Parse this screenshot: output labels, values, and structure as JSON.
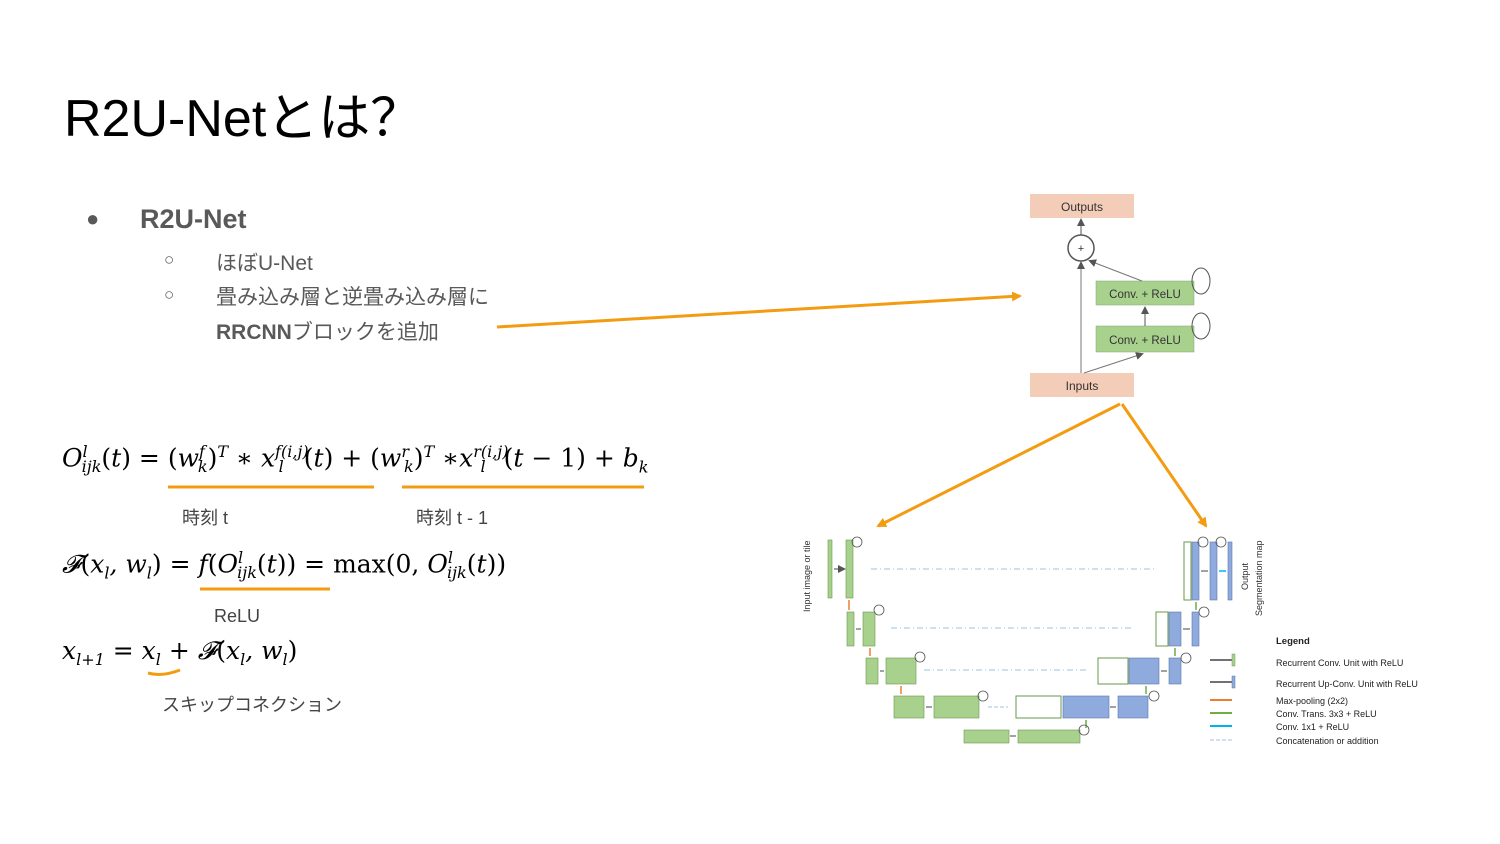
{
  "slide": {
    "title": "R2U-Netとは？",
    "bullets": {
      "main": "R2U-Net",
      "sub1": "ほぼU-Net",
      "sub2_line1": "畳み込み層と逆畳み込み層に",
      "sub2_line2_bold": "RRCNN",
      "sub2_line2_rest": "ブロックを追加"
    }
  },
  "equations": {
    "caption_t": "時刻 t",
    "caption_t1": "時刻 t - 1",
    "caption_relu": "ReLU",
    "caption_skip": "スキップコネクション"
  },
  "rrcnn_block": {
    "outputs_label": "Outputs",
    "inputs_label": "Inputs",
    "conv1_label": "Conv. + ReLU",
    "conv2_label": "Conv. + ReLU",
    "plus_symbol": "+",
    "colors": {
      "io_box": "#f4cdb8",
      "conv_box": "#a9d18e"
    }
  },
  "unet": {
    "input_label": "Input image or tile",
    "output_label_1": "Output",
    "output_label_2": "Segmentation map",
    "colors": {
      "encoder": "#a9d18e",
      "decoder": "#8faadc",
      "max_pool": "#ed7d31",
      "up_conv": "#70ad47",
      "conv1x1": "#00b0f0"
    }
  },
  "legend": {
    "title": "Legend",
    "items": [
      "Recurrent Conv. Unit with ReLU",
      "Recurrent Up-Conv. Unit with ReLU",
      "Max-pooling (2x2)",
      "Conv.  Trans. 3x3 + ReLU",
      "Conv. 1x1 + ReLU",
      "Concatenation or addition"
    ]
  },
  "accent_color": "#f39c12"
}
